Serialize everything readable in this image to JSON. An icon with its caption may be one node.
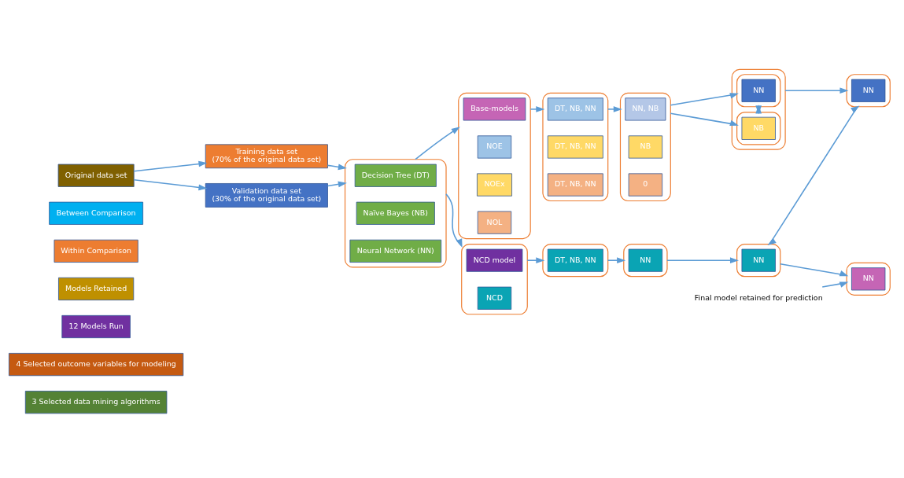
{
  "diagram": {
    "nodes": [
      {
        "text": [
          "3 Selected data mining algorithms"
        ]
      },
      {
        "text": [
          "4 Selected outcome variables for modeling"
        ]
      },
      {
        "text": [
          "12 Models Run"
        ]
      },
      {
        "text": [
          "Models Retained"
        ]
      },
      {
        "text": [
          "Within Comparison"
        ]
      },
      {
        "text": [
          "Between Comparison"
        ]
      },
      {
        "text": [
          "Original data set"
        ]
      },
      {
        "text": [
          "Training data set",
          "(70% of the original data set)"
        ]
      },
      {
        "text": [
          "Validation data set",
          "(30% of the original data set)"
        ]
      },
      {
        "text": [],
        "shape": "box"
      },
      {
        "text": [
          "Decision Tree (DT)"
        ],
        "in": 9
      },
      {
        "text": [
          "Naïve Bayes (NB)"
        ],
        "in": 9
      },
      {
        "text": [
          "Neural Network (NN)"
        ],
        "in": 9
      },
      {
        "text": [],
        "shape": "box"
      },
      {
        "text": [
          "Base-models"
        ],
        "in": 13
      },
      {
        "text": [
          "NOE"
        ],
        "in": 13
      },
      {
        "text": [
          "NOEx"
        ],
        "in": 13
      },
      {
        "text": [
          "NOL"
        ],
        "in": 13
      },
      {
        "text": [],
        "shape": "box"
      },
      {
        "text": [
          "DT, NB, NN"
        ],
        "in": 18
      },
      {
        "text": [
          "DT, NB, NN"
        ],
        "in": 18
      },
      {
        "text": [
          "DT, NB, NN"
        ],
        "in": 18
      },
      {
        "text": [],
        "shape": "box"
      },
      {
        "text": [
          "NN, NB"
        ],
        "in": 22
      },
      {
        "text": [
          "NB"
        ],
        "in": 22
      },
      {
        "text": [
          "0"
        ],
        "in": 22
      },
      {
        "text": [],
        "shape": "box"
      },
      {
        "text": [],
        "shape": "box",
        "in": 26
      },
      {
        "text": [
          "NN"
        ],
        "in": 27
      },
      {
        "text": [],
        "shape": "box",
        "in": 26
      },
      {
        "text": [
          "NB"
        ],
        "in": 29
      },
      {
        "text": [],
        "shape": "box"
      },
      {
        "text": [
          "NN"
        ],
        "in": 31
      },
      {
        "text": [],
        "shape": "box"
      },
      {
        "text": [
          "NCD model"
        ],
        "in": 33
      },
      {
        "text": [
          "NCD"
        ],
        "in": 33
      },
      {
        "text": [],
        "shape": "box"
      },
      {
        "text": [
          "DT, NB, NN"
        ],
        "in": 36
      },
      {
        "text": [],
        "shape": "box"
      },
      {
        "text": [
          "NN"
        ],
        "in": 38
      },
      {
        "text": [],
        "shape": "box"
      },
      {
        "text": [
          "NN"
        ],
        "in": 40
      },
      {
        "text": [],
        "shape": "box"
      },
      {
        "text": [
          "NN"
        ],
        "in": 42
      },
      {
        "text": [
          "Final model retained for prediction"
        ]
      }
    ],
    "edges": [
      {
        "from": 6,
        "to": 7,
        "arrow": "to"
      },
      {
        "from": 6,
        "to": 8,
        "arrow": "to"
      },
      {
        "from": 7,
        "to": 9,
        "arrow": "to"
      },
      {
        "from": 8,
        "to": 9,
        "arrow": "to"
      },
      {
        "from": 9,
        "to": 13,
        "arrow": "to"
      },
      {
        "from": 9,
        "to": 33,
        "arrow": "to"
      },
      {
        "from": 13,
        "to": 18,
        "arrow": "to"
      },
      {
        "from": 18,
        "to": 22,
        "arrow": "to"
      },
      {
        "from": 22,
        "to": 27,
        "arrow": "to"
      },
      {
        "from": 22,
        "to": 29,
        "arrow": "to"
      },
      {
        "from": 27,
        "to": 29,
        "arrow": "both"
      },
      {
        "from": 26,
        "to": 31,
        "arrow": "to"
      },
      {
        "from": 31,
        "to": 40,
        "arrow": "both"
      },
      {
        "from": 33,
        "to": 36,
        "arrow": "to"
      },
      {
        "from": 36,
        "to": 38,
        "arrow": "to"
      },
      {
        "from": 38,
        "to": 40,
        "arrow": "to"
      },
      {
        "from": 40,
        "to": 42,
        "arrow": "to"
      },
      {
        "from": 44,
        "to": 42,
        "arrow": "to"
      }
    ]
  }
}
